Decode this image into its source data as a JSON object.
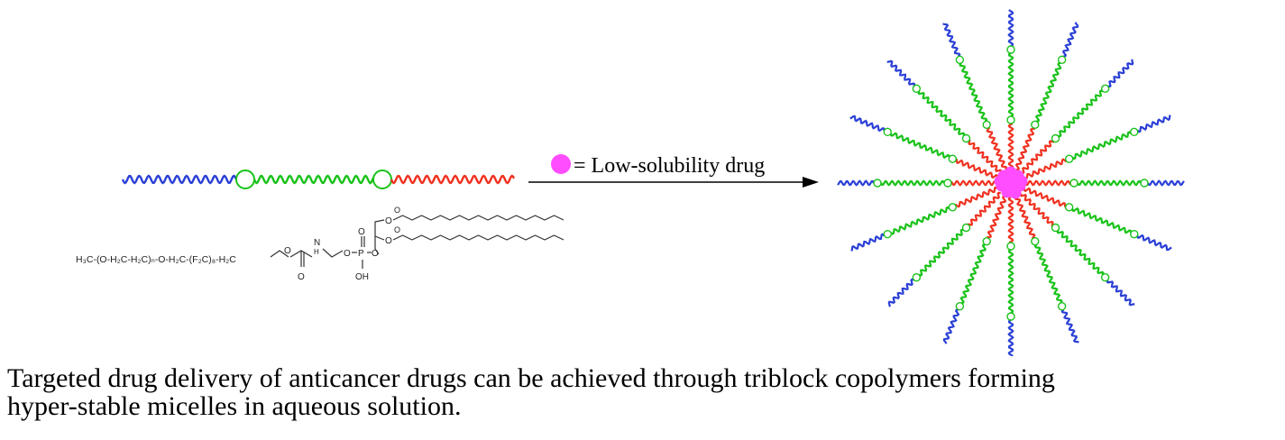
{
  "legend": {
    "symbol_meaning": "= Low-solubility drug",
    "symbol_color": "#ff4dff",
    "symbol_icon": "drug-circle-icon"
  },
  "block_colors": {
    "hydrophilic": "#2a3fd6",
    "fluorinated": "#19c219",
    "lipid": "#f0301e"
  },
  "structure": {
    "formula_main": "H₃C-(O-H₂C-H₂C)ₙ-O-H₂C-(F₂C)₈-H₂C",
    "o_carbamate": "O",
    "n_label": "N",
    "h_label": "H",
    "o_link": "O",
    "p_label": "P",
    "o_ester": "O",
    "o_double_c": "O",
    "o_double_p": "O",
    "oh_label": "OH",
    "o_chain1": "O",
    "o_chain1_dbl": "O",
    "o_chain2": "O",
    "o_chain2_dbl": "O"
  },
  "caption": {
    "line1": "Targeted drug delivery of anticancer drugs can be achieved through triblock copolymers forming",
    "line2": "hyper-stable micelles in aqueous solution."
  }
}
